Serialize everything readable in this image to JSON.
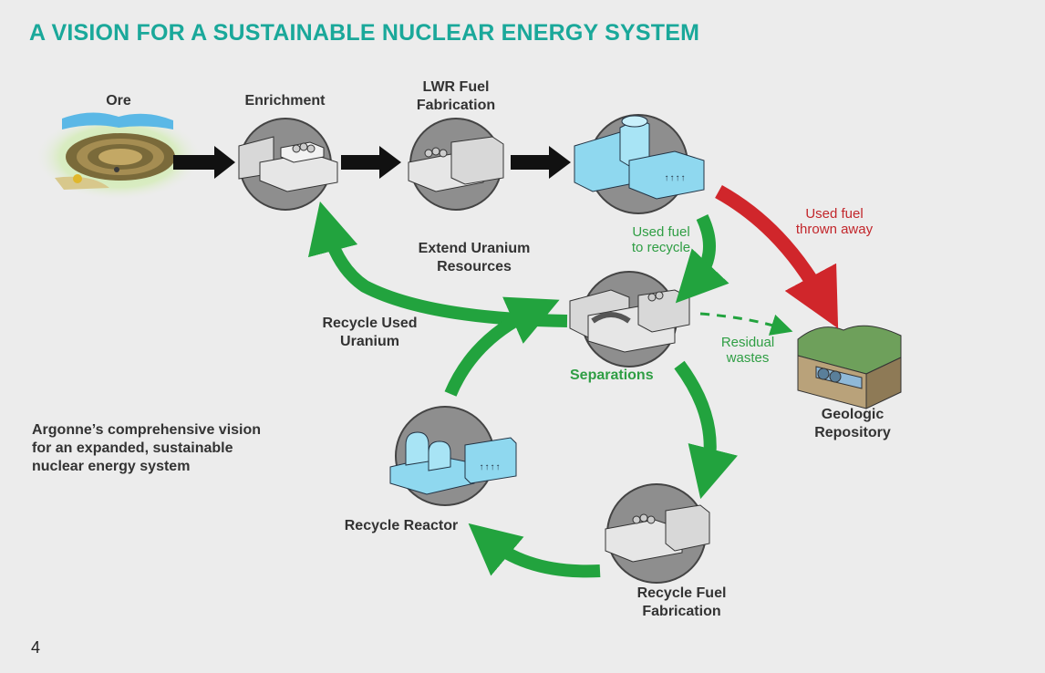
{
  "page": {
    "title": "A VISION FOR A SUSTAINABLE NUCLEAR ENERGY SYSTEM",
    "caption": "Argonne’s comprehensive vision for an expanded, sustainable nuclear energy system",
    "page_number": "4"
  },
  "stages": {
    "ore": "Ore",
    "enrichment": "Enrichment",
    "lwr_line1": "LWR Fuel",
    "lwr_line2": "Fabrication",
    "separations": "Separations",
    "geo_line1": "Geologic",
    "geo_line2": "Repository",
    "recycle_reactor": "Recycle Reactor",
    "rff_line1": "Recycle Fuel",
    "rff_line2": "Fabrication"
  },
  "flows": {
    "used_fuel_recycle_1": "Used fuel",
    "used_fuel_recycle_2": "to recycle",
    "thrown_1": "Used fuel",
    "thrown_2": "thrown away",
    "residual_1": "Residual",
    "residual_2": "wastes",
    "extend_1": "Extend Uranium",
    "extend_2": "Resources",
    "recycle_used_1": "Recycle Used",
    "recycle_used_2": "Uranium"
  },
  "colors": {
    "title": "#1aa89a",
    "green_arrow": "#22a33e",
    "red_arrow": "#d0262b",
    "black_arrow": "#111111",
    "facility_circle": "#8e8e8e",
    "reactor_blue": "#8fd8ef"
  }
}
